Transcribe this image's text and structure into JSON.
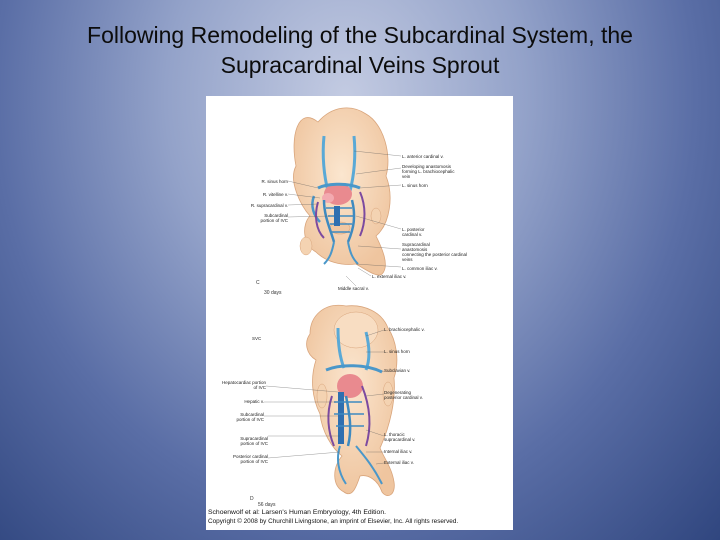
{
  "slide": {
    "title_line1": "Following Remodeling of the Subcardinal System, the",
    "title_line2": "Supracardinal Veins Sprout"
  },
  "figure": {
    "panel_a": {
      "marker": "C",
      "days": "30 days",
      "labels_right": [
        "L. anterior cardinal v.",
        "Developing anastomosis",
        "forming L. brachiocephalic",
        "vein",
        "L. sinus horn",
        "L. posterior",
        "cardinal v.",
        "Supracardinal",
        "anastomosis",
        "connecting the posterior cardinal",
        "veins",
        "L. common iliac v.",
        "L. external iliac v.",
        "Middle sacral v."
      ],
      "labels_left": [
        "R. sinus horn",
        "R. vitelline v.",
        "R. supracardinal v.",
        "Subcardinal",
        "portion of IVC"
      ]
    },
    "panel_b": {
      "marker": "D",
      "days": "56 days",
      "top_left": "SVC",
      "labels_right": [
        "L. brachiocephalic v.",
        "L. sinus horn",
        "Subclavian v.",
        "Degenerating",
        "posterior cardinal v.",
        "L. thoracic",
        "supracardinal v.",
        "Internal iliac v.",
        "External iliac v."
      ],
      "labels_left": [
        "Hepatocardiac portion",
        "of IVC",
        "Hepatic v.",
        "Subcardinal",
        "portion of IVC",
        "Supracardinal",
        "portion of IVC",
        "Posterior cardinal",
        "portion of IVC"
      ]
    },
    "credit_line1": "Schoenwolf et al: Larsen's Human Embryology, 4th Edition.",
    "credit_line2": "Copyright © 2008 by Churchill Livingstone, an imprint of Elsevier, Inc. All rights reserved."
  }
}
